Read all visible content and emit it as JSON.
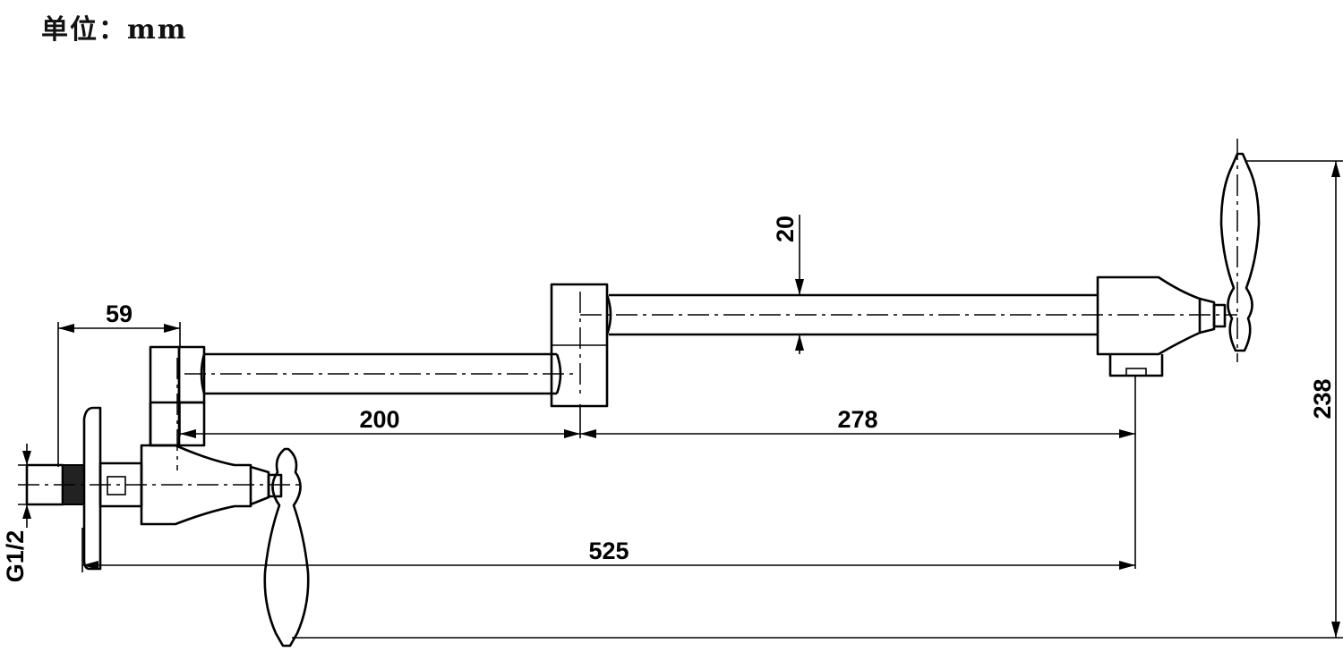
{
  "unit_label": "单位：mm",
  "dimensions": {
    "wall_offset": "59",
    "arm_1": "200",
    "arm_2": "278",
    "total_reach": "525",
    "pipe_diameter": "20",
    "total_height": "238",
    "thread": "G1/2"
  }
}
